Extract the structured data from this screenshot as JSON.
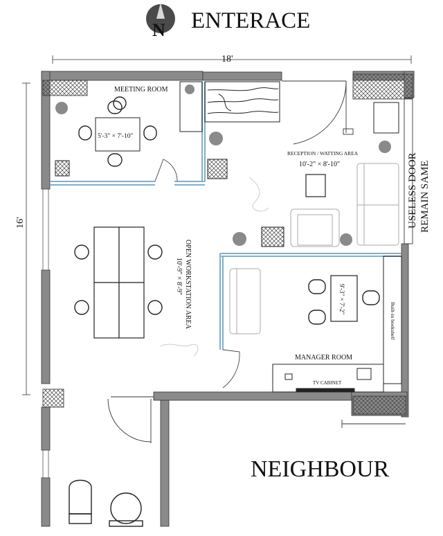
{
  "header": {
    "north_letter": "N",
    "title": "ENTERACE"
  },
  "dimensions": {
    "width": "18'",
    "height": "16'"
  },
  "rooms": {
    "meeting": {
      "name": "MEETING ROOM",
      "size": "5'-3\" × 7'-10\""
    },
    "reception": {
      "name": "RECEPTION / WATTING AREA",
      "size": "10'-2\" × 8'-10\""
    },
    "workstation": {
      "name": "OPEN WORKSTATION AREA",
      "size": "10'-9\" × 8'-9\""
    },
    "manager": {
      "name": "MANAGER ROOM",
      "table_size": "9'-3\" × 7'-2\""
    }
  },
  "labels": {
    "useless_door_1": "USELESS DOOR",
    "useless_door_2": "REMAIN SAME",
    "bookshelf": "Built-in bookshelf",
    "tv_cabinet": "TV CABINET",
    "neighbour": "NEIGHBOUR"
  },
  "colors": {
    "wall": "#8a8a8a",
    "partition": "#7fb0c8",
    "line": "#222222",
    "plant": "#777777"
  }
}
